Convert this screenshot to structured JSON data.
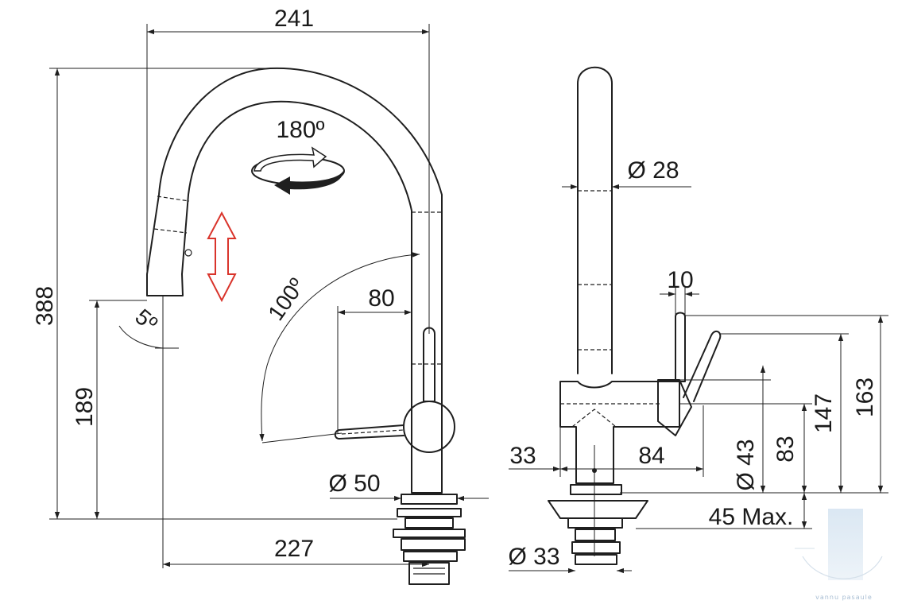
{
  "diagram": {
    "front_view": {
      "overall_width": "241",
      "overall_height": "388",
      "rotation": "180º",
      "swing_angle": "100º",
      "spray_tilt": "5º",
      "outlet_height": "189",
      "lever_reach": "80",
      "base_diameter": "Ø 50",
      "spout_projection": "227"
    },
    "side_view": {
      "spout_diameter": "Ø 28",
      "lever_width": "10",
      "body_offset": "33",
      "lever_offset": "84",
      "body_diameter": "Ø 43",
      "body_height": "83",
      "lever_top_height": "147",
      "total_side_height": "163",
      "max_thickness": "45 Max.",
      "hole_diameter": "Ø 33"
    },
    "colors": {
      "line": "#1f1f1f",
      "pullout_arrow": "#d9342b",
      "watermark": "#8aa7c4"
    },
    "icons": {
      "rotation": "rotation-arrow-icon",
      "pullout": "double-arrow-icon"
    },
    "watermark": {
      "text": "vannu pasaule"
    }
  }
}
